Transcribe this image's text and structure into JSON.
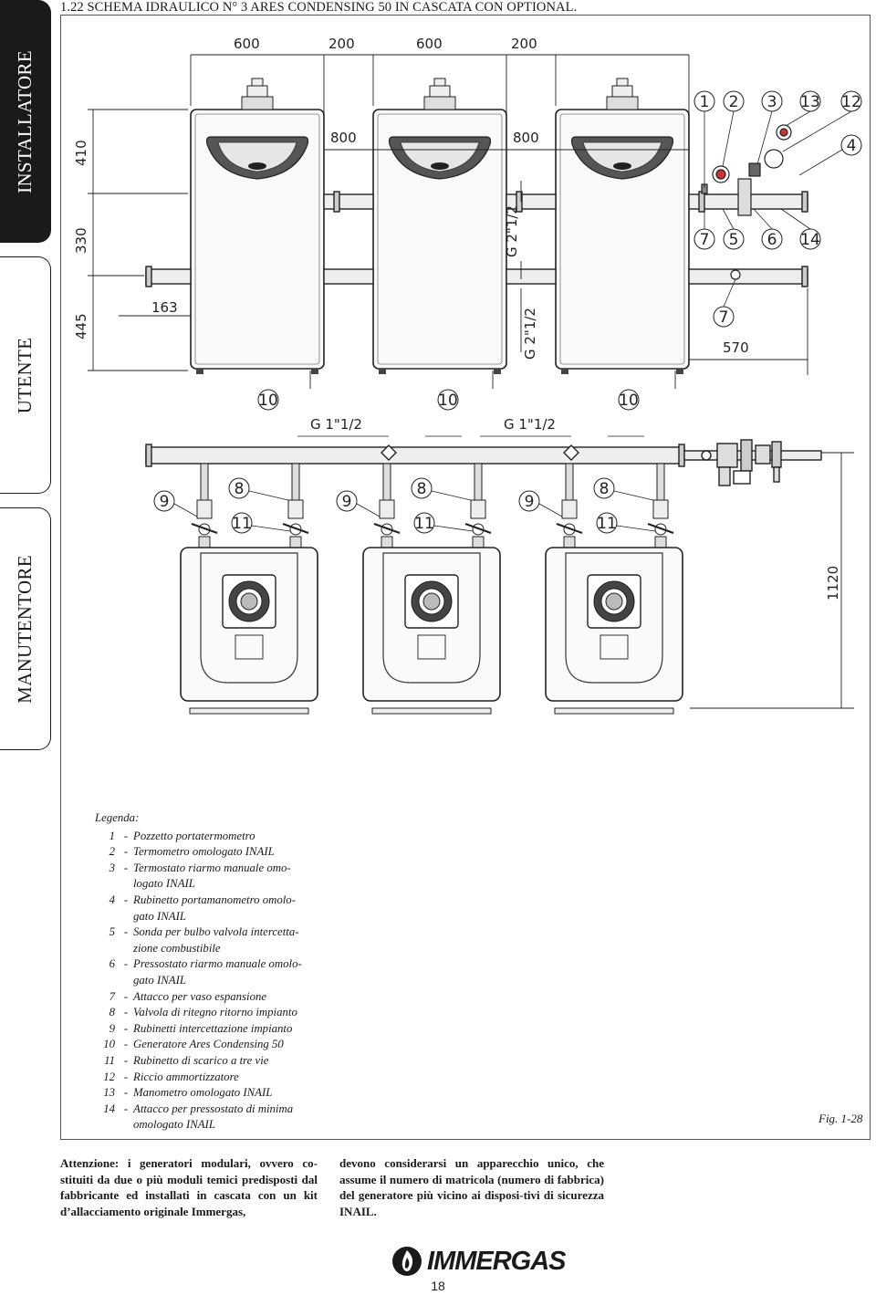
{
  "title": "1.22 SCHEMA IDRAULICO N° 3 ARES CONDENSING 50 IN CASCATA CON OPTIONAL.",
  "side_tabs": [
    "INSTALLATORE",
    "UTENTE",
    "MANUTENTORE"
  ],
  "dimensions": {
    "top": [
      "600",
      "200",
      "600",
      "200"
    ],
    "gap": [
      "800",
      "800"
    ],
    "vertical": [
      "410",
      "330",
      "445"
    ],
    "offset": "163",
    "depth": "570",
    "height": "1120",
    "thread_large": "G 2\"1/2",
    "thread_small": "G 1\"1/2"
  },
  "callouts": {
    "top_row": [
      "1",
      "2",
      "3",
      "13",
      "12"
    ],
    "right": "4",
    "kit_row": [
      "7",
      "5",
      "6",
      "14"
    ],
    "expansion": "7",
    "generator": "10",
    "shutoff": "9",
    "check_valve": "8",
    "drain": "11"
  },
  "legend": {
    "title": "Legenda:",
    "items": [
      {
        "n": "1",
        "text": [
          "Pozzetto portatermometro"
        ]
      },
      {
        "n": "2",
        "text": [
          "Termometro omologato INAIL"
        ]
      },
      {
        "n": "3",
        "text": [
          "Termostato riarmo manuale omo-",
          "logato INAIL"
        ]
      },
      {
        "n": "4",
        "text": [
          "Rubinetto portamanometro omolo-",
          "gato INAIL"
        ]
      },
      {
        "n": "5",
        "text": [
          "Sonda per bulbo valvola intercetta-",
          "zione combustibile"
        ]
      },
      {
        "n": "6",
        "text": [
          "Pressostato riarmo manuale omolo-",
          "gato INAIL"
        ]
      },
      {
        "n": "7",
        "text": [
          "Attacco per vaso espansione"
        ]
      },
      {
        "n": "8",
        "text": [
          "Valvola di ritegno ritorno impianto"
        ]
      },
      {
        "n": "9",
        "text": [
          "Rubinetti intercettazione impianto"
        ]
      },
      {
        "n": "10",
        "text": [
          "Generatore Ares Condensing 50"
        ]
      },
      {
        "n": "11",
        "text": [
          "Rubinetto di scarico a tre vie"
        ]
      },
      {
        "n": "12",
        "text": [
          "Riccio ammortizzatore"
        ]
      },
      {
        "n": "13",
        "text": [
          "Manometro omologato INAIL"
        ]
      },
      {
        "n": "14",
        "text": [
          "Attacco per pressostato di minima",
          "omologato INAIL"
        ]
      }
    ]
  },
  "figure_label": "Fig. 1-28",
  "note_left": "Attenzione: i generatori modulari, ovvero co-stituiti da due o più moduli temici predisposti dal fabbricante ed installati in cascata con un kit d’allacciamento originale Immergas,",
  "note_right": "devono considerarsi un apparecchio unico, che assume il numero di matricola (numero di fabbrica) del generatore più vicino ai disposi-tivi di sicurezza INAIL.",
  "brand": "IMMERGAS",
  "page_number": "18"
}
